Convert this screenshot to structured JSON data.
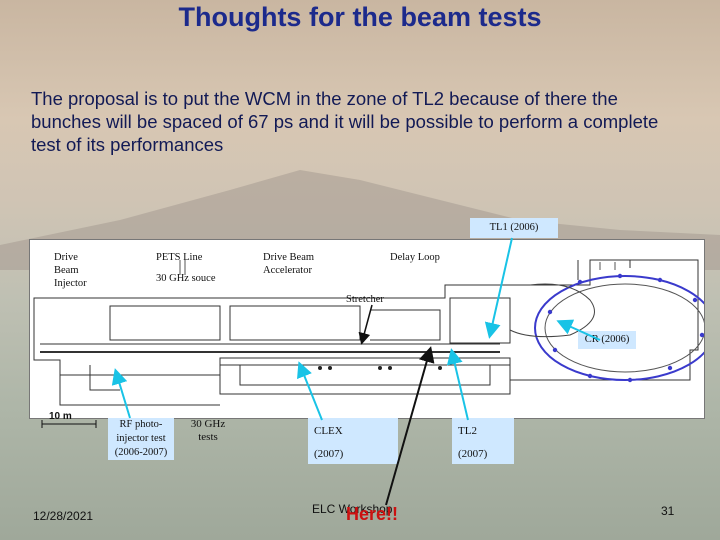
{
  "slide": {
    "title": "Thoughts for the beam tests",
    "body": "The proposal is to put the WCM in the zone of TL2 because of there the bunches will be spaced of 67 ps and it will be possible to perform a complete test of its performances",
    "footer_date": "12/28/2021",
    "footer_center": "ELC Workshop",
    "here_label": "Here!!",
    "page_number": "31"
  },
  "diagram": {
    "labels": {
      "drive_beam_injector": "Drive Beam Injector",
      "pets_line": "PETS Line",
      "ghz_source": "30 GHz souce",
      "drive_beam_accelerator": "Drive Beam Accelerator",
      "delay_loop": "Delay Loop",
      "stretcher": "Stretcher",
      "tl1": "TL1  (2006)",
      "cr": "CR (2006)",
      "scale": "10 m"
    },
    "bottom_labels": {
      "rf_photo": "RF photo-injector test (2006-2007)",
      "ghz_tests": "30 GHz tests",
      "clex": "CLEX",
      "clex_year": "(2007)",
      "tl2": "TL2",
      "tl2_year": "(2007)"
    }
  },
  "colors": {
    "title": "#1c2a8c",
    "highlight_box": "#cfe8ff",
    "arrow_cyan": "#19c3e6",
    "here_red": "#cc1111"
  }
}
